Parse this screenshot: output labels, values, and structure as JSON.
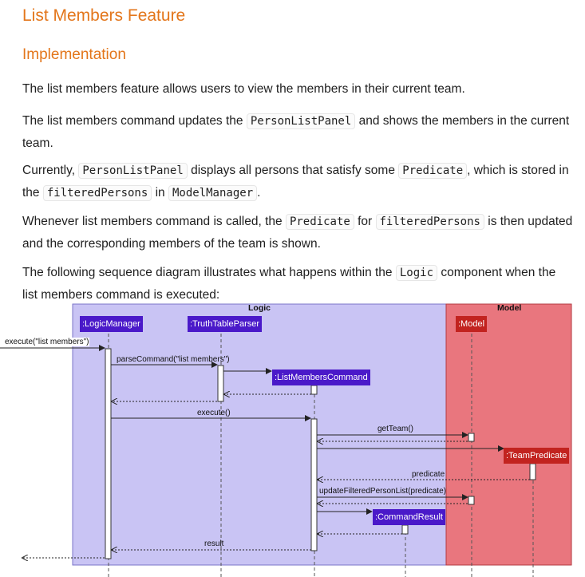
{
  "title": "List Members Feature",
  "section": "Implementation",
  "para1": "The list members feature allows users to view the members in their current team.",
  "para2": {
    "a": "The list members command updates the ",
    "code1": "PersonListPanel",
    "b": " and shows the members in the current team."
  },
  "para3": {
    "a": "Currently, ",
    "code1": "PersonListPanel",
    "b": " displays all persons that satisfy some ",
    "code2": "Predicate",
    "c": ", which is stored in the ",
    "code3": "filteredPersons",
    "d": " in ",
    "code4": "ModelManager",
    "e": "."
  },
  "para4": {
    "a": "Whenever list members command is called, the ",
    "code1": "Predicate",
    "b": " for ",
    "code2": "filteredPersons",
    "c": " is then updated and the corresponding members of the team is shown."
  },
  "para5": {
    "a": "The following sequence diagram illustrates what happens within the ",
    "code1": "Logic",
    "b": " component when the list members command is executed:"
  },
  "diagram": {
    "frames": {
      "logic": "Logic",
      "model": "Model"
    },
    "participants": {
      "logic_manager": ":LogicManager",
      "parser": ":TruthTableParser",
      "list_members_command": ":ListMembersCommand",
      "model": ":Model",
      "team_predicate": ":TeamPredicate",
      "command_result": ":CommandResult"
    },
    "messages": {
      "execute_list": "execute(\"list members\")",
      "parse_command": "parseCommand(\"list members\")",
      "execute": "execute()",
      "get_team": "getTeam()",
      "predicate": "predicate",
      "update_filtered": "updateFilteredPersonList(predicate)",
      "result": "result"
    },
    "colors": {
      "logic_frame": "#c9c4f4",
      "model_frame": "#e9767e",
      "logic_participant": "#4a19c9",
      "model_participant": "#c2231f"
    }
  }
}
